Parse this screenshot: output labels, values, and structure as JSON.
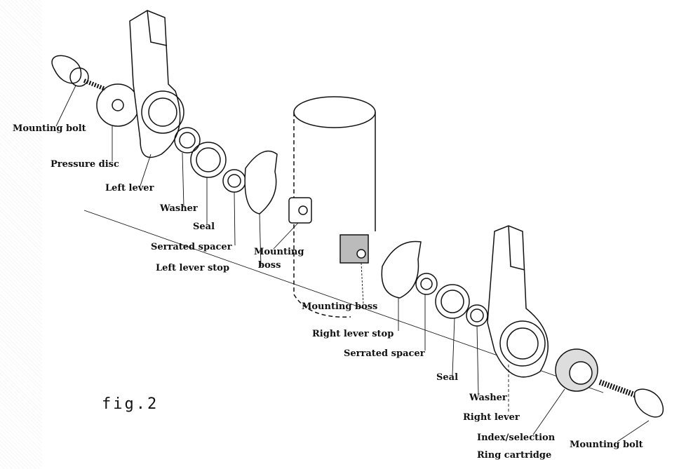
{
  "figure_label": "fig.2",
  "labels": {
    "left_mounting_bolt": "Mounting bolt",
    "pressure_disc": "Pressure disc",
    "left_lever": "Left lever",
    "left_washer": "Washer",
    "left_seal": "Seal",
    "left_serrated_spacer": "Serrated spacer",
    "left_lever_stop": "Left lever stop",
    "left_mounting_boss_1": "Mounting",
    "left_mounting_boss_2": "boss",
    "right_mounting_boss": "Mounting boss",
    "right_lever_stop": "Right lever stop",
    "right_serrated_spacer": "Serrated spacer",
    "right_seal": "Seal",
    "right_washer": "Washer",
    "right_lever": "Right lever",
    "index_selection": "Index/selection",
    "ring_cartridge": "Ring cartridge",
    "right_mounting_bolt": "Mounting bolt"
  }
}
